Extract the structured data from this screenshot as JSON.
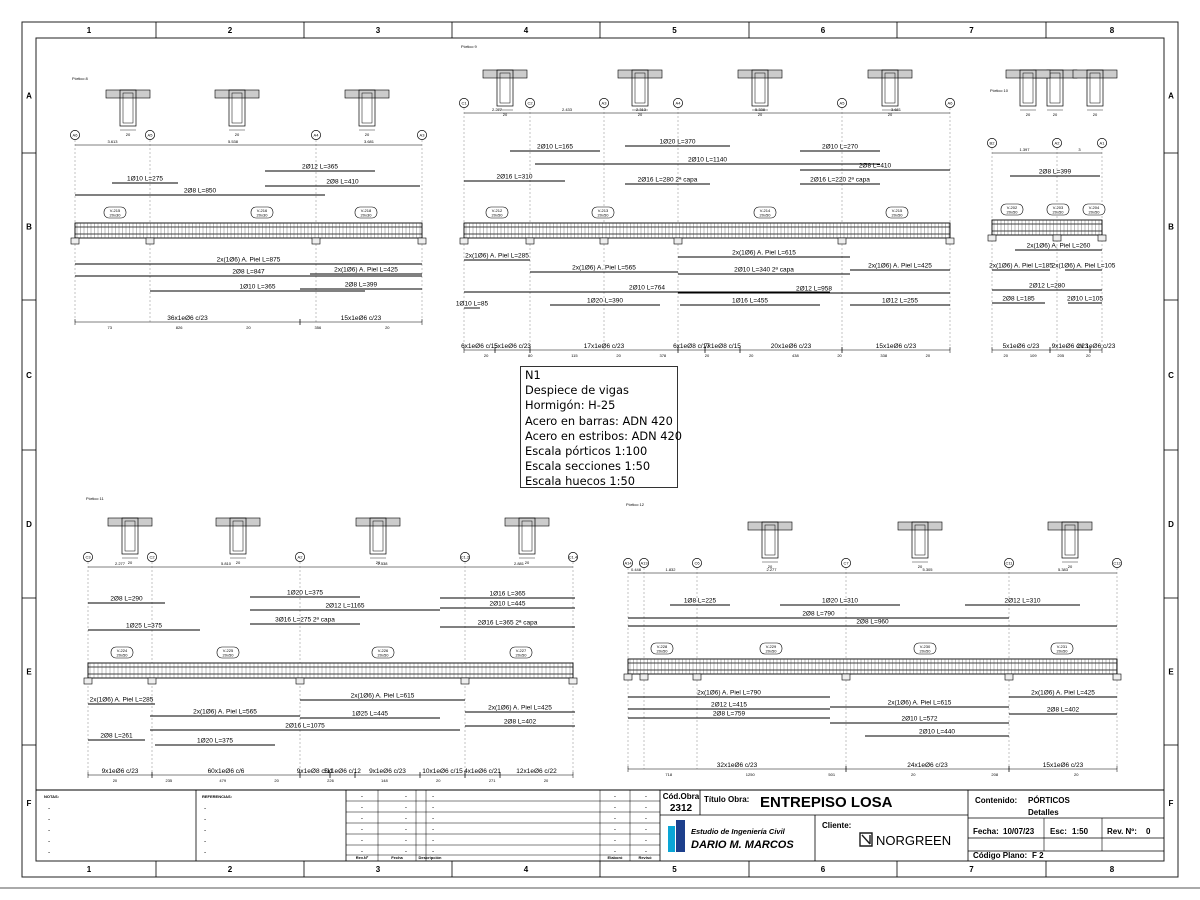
{
  "grid": {
    "columns": [
      "1",
      "2",
      "3",
      "4",
      "5",
      "6",
      "7",
      "8"
    ],
    "rows": [
      "A",
      "B",
      "C",
      "D",
      "E",
      "F"
    ]
  },
  "note": {
    "lines": [
      "N1",
      "Despiece de vigas",
      "Hormigón: H-25",
      "Acero en barras: ADN 420",
      "Acero en estribos: ADN 420",
      "Escala pórticos 1:100",
      "Escala secciones 1:50",
      "Escala huecos 1:50"
    ]
  },
  "porticos": [
    {
      "id": "p8",
      "title": "Pórtico 8",
      "axes": [
        "A6",
        "A5",
        "A4",
        "A3"
      ],
      "spans": [
        "3.613",
        "5.538",
        "3.681"
      ],
      "top_bars": [
        "1Ø10 L=275",
        "2Ø8 L=850",
        "2Ø12 L=365",
        "2Ø8 L=410"
      ],
      "tags": [
        "V-215 20x30",
        "V-216 20x30",
        "V-218 20x30"
      ],
      "bottom_bars": [
        "2x(1Ø6) A. Piel L=875",
        "2Ø8 L=847",
        "1Ø10 L=365",
        "2x(1Ø6) A. Piel L=425",
        "2Ø8 L=399"
      ],
      "stirrups": [
        "36x1eØ6 c/23",
        "15x1eØ6 c/23"
      ],
      "dims": [
        "73",
        "826",
        "20",
        "356",
        "20"
      ]
    },
    {
      "id": "p9",
      "title": "Pórtico 9",
      "axes": [
        "C1",
        "C2",
        "A3",
        "A4",
        "A5",
        "A6"
      ],
      "spans": [
        "2.277",
        "2.433",
        "2.313",
        "5.338",
        "3.681"
      ],
      "top_bars": [
        "2Ø10 L=165",
        "1Ø20 L=370",
        "2Ø10 L=270",
        "2Ø10 L=1140",
        "2Ø8 L=410",
        "2Ø16 L=310",
        "2Ø16 L=280 2ª capa",
        "2Ø16 L=220 2ª capa"
      ],
      "tags": [
        "V-212 20x50",
        "V-213 20x50",
        "V-214 20x50",
        "V-215 20x50"
      ],
      "bottom_bars": [
        "2x(1Ø6) A. Piel L=285",
        "2x(1Ø6) A. Piel L=565",
        "2x(1Ø6) A. Piel L=615",
        "2x(1Ø6) A. Piel L=425",
        "2Ø10 L=340 2ª capa",
        "2Ø10 L=764",
        "2Ø12 L=958",
        "1Ø10 L=85",
        "1Ø20 L=390",
        "1Ø16 L=455",
        "1Ø12 L=255"
      ],
      "stirrups": [
        "6x1eØ6 c/15",
        "5x1eØ6 c/23",
        "17x1eØ6 c/23",
        "6x1eØ8 c/17",
        "7x1eØ8 c/15",
        "20x1eØ6 c/23",
        "15x1eØ6 c/23"
      ],
      "dims": [
        "20",
        "80",
        "115",
        "20",
        "378",
        "20",
        "20",
        "438",
        "20",
        "338",
        "20"
      ]
    },
    {
      "id": "p10",
      "title": "Pórtico 10",
      "axes": [
        "B2",
        "A2",
        "A1"
      ],
      "spans": [
        "1.397",
        "3",
        "0.402"
      ],
      "top_bars": [
        "2Ø8 L=399"
      ],
      "tags": [
        "V-202 20x50",
        "V-203 20x50",
        "V-204 20x50"
      ],
      "bottom_bars": [
        "2x(1Ø6) A. Piel L=260",
        "2x(1Ø6) A. Piel L=185",
        "2x(1Ø6) A. Piel L=105",
        "2Ø12 L=280",
        "2Ø8 L=185",
        "2Ø10 L=105"
      ],
      "stirrups": [
        "5x1eØ6 c/23",
        "9x1eØ6 c/23",
        "2x 1eØ6 c/23"
      ],
      "dims": [
        "20",
        "109",
        "205",
        "20"
      ]
    },
    {
      "id": "p11",
      "title": "Pórtico 11",
      "axes": [
        "C3",
        "C2",
        "A2",
        "C1.2",
        "C1.4"
      ],
      "spans": [
        "2.277",
        "5.810",
        "2.538",
        "2.881"
      ],
      "top_bars": [
        "2Ø8 L=290",
        "1Ø20 L=375",
        "2Ø12 L=1165",
        "1Ø25 L=375",
        "3Ø16 L=275 2ª capa",
        "1Ø16 L=365",
        "2Ø10 L=445",
        "2Ø16 L=365 2ª capa"
      ],
      "tags": [
        "V-224 20x50",
        "V-225 20x50",
        "V-226 20x50",
        "V-227 20x50"
      ],
      "bottom_bars": [
        "2x(1Ø6) A. Piel L=285",
        "2x(1Ø6) A. Piel L=565",
        "2x(1Ø6) A. Piel L=615",
        "2x(1Ø6) A. Piel L=425",
        "1Ø25 L=445",
        "2Ø16 L=1075",
        "2Ø8 L=402",
        "2Ø8 L=261",
        "1Ø20 L=375"
      ],
      "stirrups": [
        "9x1eØ6 c/23",
        "60x1eØ6 c/6",
        "9x1eØ8 c/11",
        "5x1eØ6 c/12",
        "9x1eØ6 c/23",
        "10x1eØ6 c/15",
        "4x1eØ6 c/21",
        "12x1eØ6 c/22"
      ],
      "dims": [
        "20",
        "235",
        "479",
        "20",
        "226",
        "148",
        "20",
        "271",
        "20"
      ]
    },
    {
      "id": "p12",
      "title": "Pórtico 12",
      "axes": [
        "A14",
        "A13",
        "C6",
        "C7",
        "C11",
        "C12"
      ],
      "spans": [
        "0.448",
        "1.832",
        "2.277",
        "5.305",
        "5.383",
        "2.401"
      ],
      "top_bars": [
        "1Ø8 L=225",
        "1Ø20 L=310",
        "2Ø12 L=310",
        "2Ø8 L=790",
        "2Ø8 L=960"
      ],
      "tags": [
        "V-228 20x50",
        "V-229 20x50",
        "V-230 20x50",
        "V-231 20x50"
      ],
      "bottom_bars": [
        "2x(1Ø6) A. Piel L=790",
        "2x(1Ø6) A. Piel L=615",
        "2x(1Ø6) A. Piel L=425",
        "2Ø12 L=415",
        "2Ø8 L=759",
        "2Ø10 L=572",
        "2Ø8 L=402",
        "2Ø10 L=440"
      ],
      "stirrups": [
        "32x1eØ6 c/23",
        "24x1eØ6 c/23",
        "15x1eØ6 c/23"
      ],
      "dims": [
        "718",
        "1250",
        "501",
        "20",
        "208",
        "20"
      ]
    }
  ],
  "titleblock": {
    "notas_label": "NOTAS:",
    "referencias_label": "REFERENCIAS:",
    "dash": "-",
    "rev_headers": [
      "Rev.Nº",
      "Fecha",
      "Descripción",
      "Elaboró",
      "Revisó"
    ],
    "cod_obra_label": "Cód.Obra",
    "cod_obra": "2312",
    "titulo_label": "Título Obra:",
    "titulo": "ENTREPISO LOSA",
    "contenido_label": "Contenido:",
    "contenido_line1": "PÓRTICOS",
    "contenido_line2": "Detalles",
    "studio_line1": "Estudio de Ingeniería Civil",
    "studio_line2": "DARIO M. MARCOS",
    "cliente_label": "Cliente:",
    "cliente": "NORGREEN",
    "fecha_label": "Fecha:",
    "fecha": "10/07/23",
    "escala_label": "Esc:",
    "escala": "1:50",
    "revision_label": "Rev. Nº:",
    "revision": "0",
    "codigo_label": "Código Plano:",
    "codigo": "F 2"
  },
  "colors": {
    "line": "#000000",
    "grid": "#333333",
    "hatch": "#777777",
    "section_fill": "#cccccc",
    "brand_blue": "#1d3f8c",
    "brand_cyan": "#0aa6d6",
    "norgreen": "#1b1b1b"
  }
}
